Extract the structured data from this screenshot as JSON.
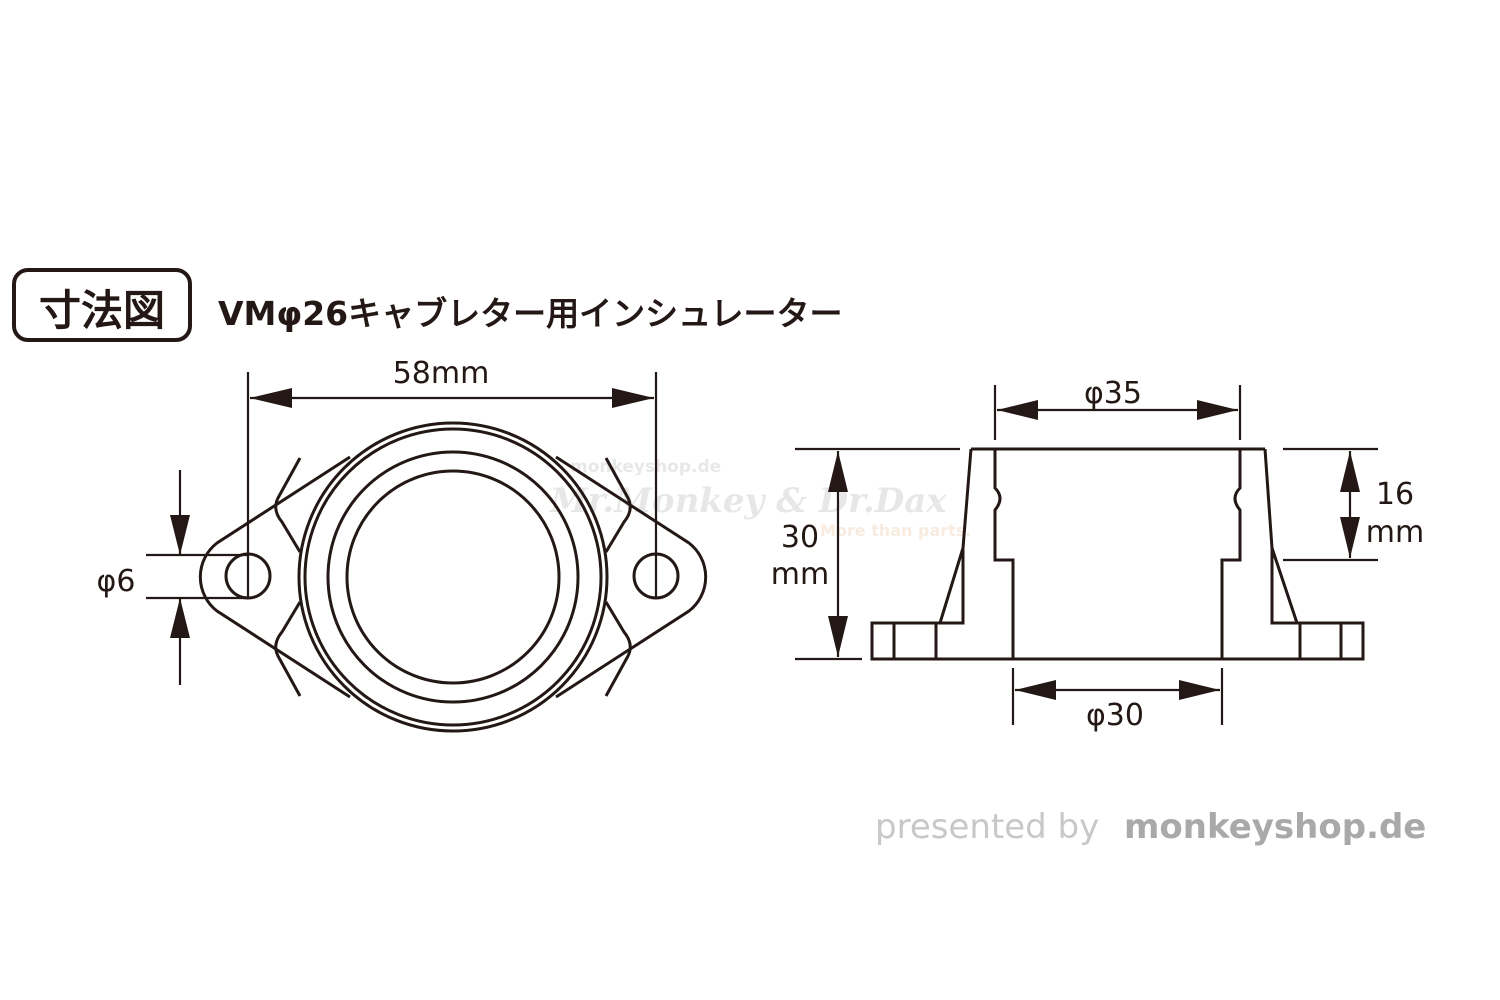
{
  "header": {
    "badge_label": "寸法図",
    "title": "VMφ26キャブレター用インシュレーター"
  },
  "front_view": {
    "width_label": "58mm",
    "hole_label": "φ6"
  },
  "side_view": {
    "top_diameter_label": "φ35",
    "bottom_diameter_label": "φ30",
    "height_value": "30",
    "height_unit": "mm",
    "step_value": "16",
    "step_unit": "mm"
  },
  "watermark": {
    "domain": "monkeyshop.de",
    "brand": "Mr.Monkey & Dr.Dax",
    "slogan": "More than parts."
  },
  "footer": {
    "presented_by": "presented by",
    "site": "monkeyshop.de"
  },
  "colors": {
    "line": "#231815",
    "footer_light": "#c8c8c8",
    "footer_bold": "#a9a9a9"
  }
}
